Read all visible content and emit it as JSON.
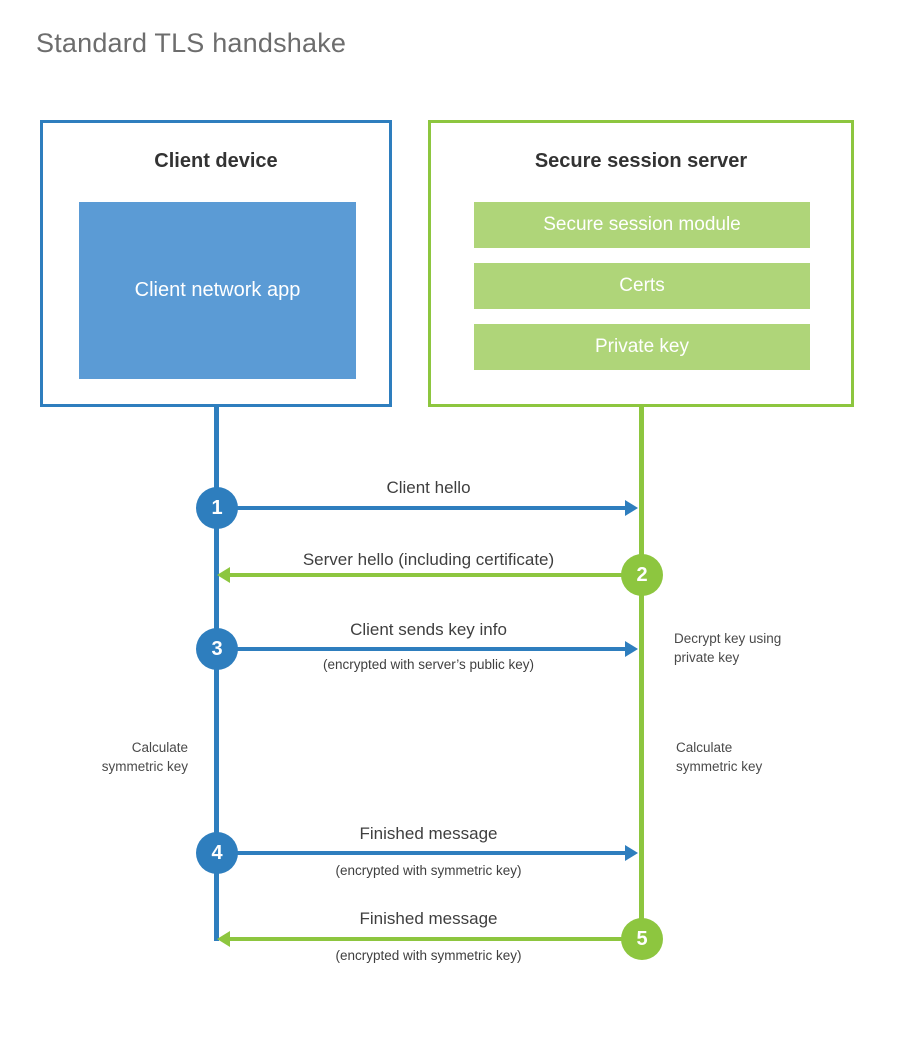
{
  "title": "Standard TLS handshake",
  "colors": {
    "client_blue": "#2e7ebe",
    "client_app_fill": "#5b9bd5",
    "server_green": "#8dc63f",
    "server_bar_fill": "#afd579",
    "title_gray": "#6d6d6d",
    "text_dark": "#3f3f3f"
  },
  "client": {
    "title": "Client device",
    "app_label": "Client network app"
  },
  "server": {
    "title": "Secure session server",
    "components": [
      {
        "label": "Secure session module"
      },
      {
        "label": "Certs"
      },
      {
        "label": "Private key"
      }
    ]
  },
  "steps": [
    {
      "number": "1",
      "label": "Client hello",
      "sublabel": "",
      "direction": "client-to-server",
      "color": "blue"
    },
    {
      "number": "2",
      "label": "Server hello (including certificate)",
      "sublabel": "",
      "direction": "server-to-client",
      "color": "green"
    },
    {
      "number": "3",
      "label": "Client sends key info",
      "sublabel": "(encrypted with server’s public key)",
      "direction": "client-to-server",
      "color": "blue"
    },
    {
      "number": "4",
      "label": "Finished message",
      "sublabel": "(encrypted with symmetric key)",
      "direction": "client-to-server",
      "color": "blue"
    },
    {
      "number": "5",
      "label": "Finished message",
      "sublabel": "(encrypted with symmetric key)",
      "direction": "server-to-client",
      "color": "green"
    }
  ],
  "notes": {
    "server_decrypt": "Decrypt key using\nprivate key",
    "client_calculate": "Calculate\nsymmetric key",
    "server_calculate": "Calculate\nsymmetric key"
  }
}
